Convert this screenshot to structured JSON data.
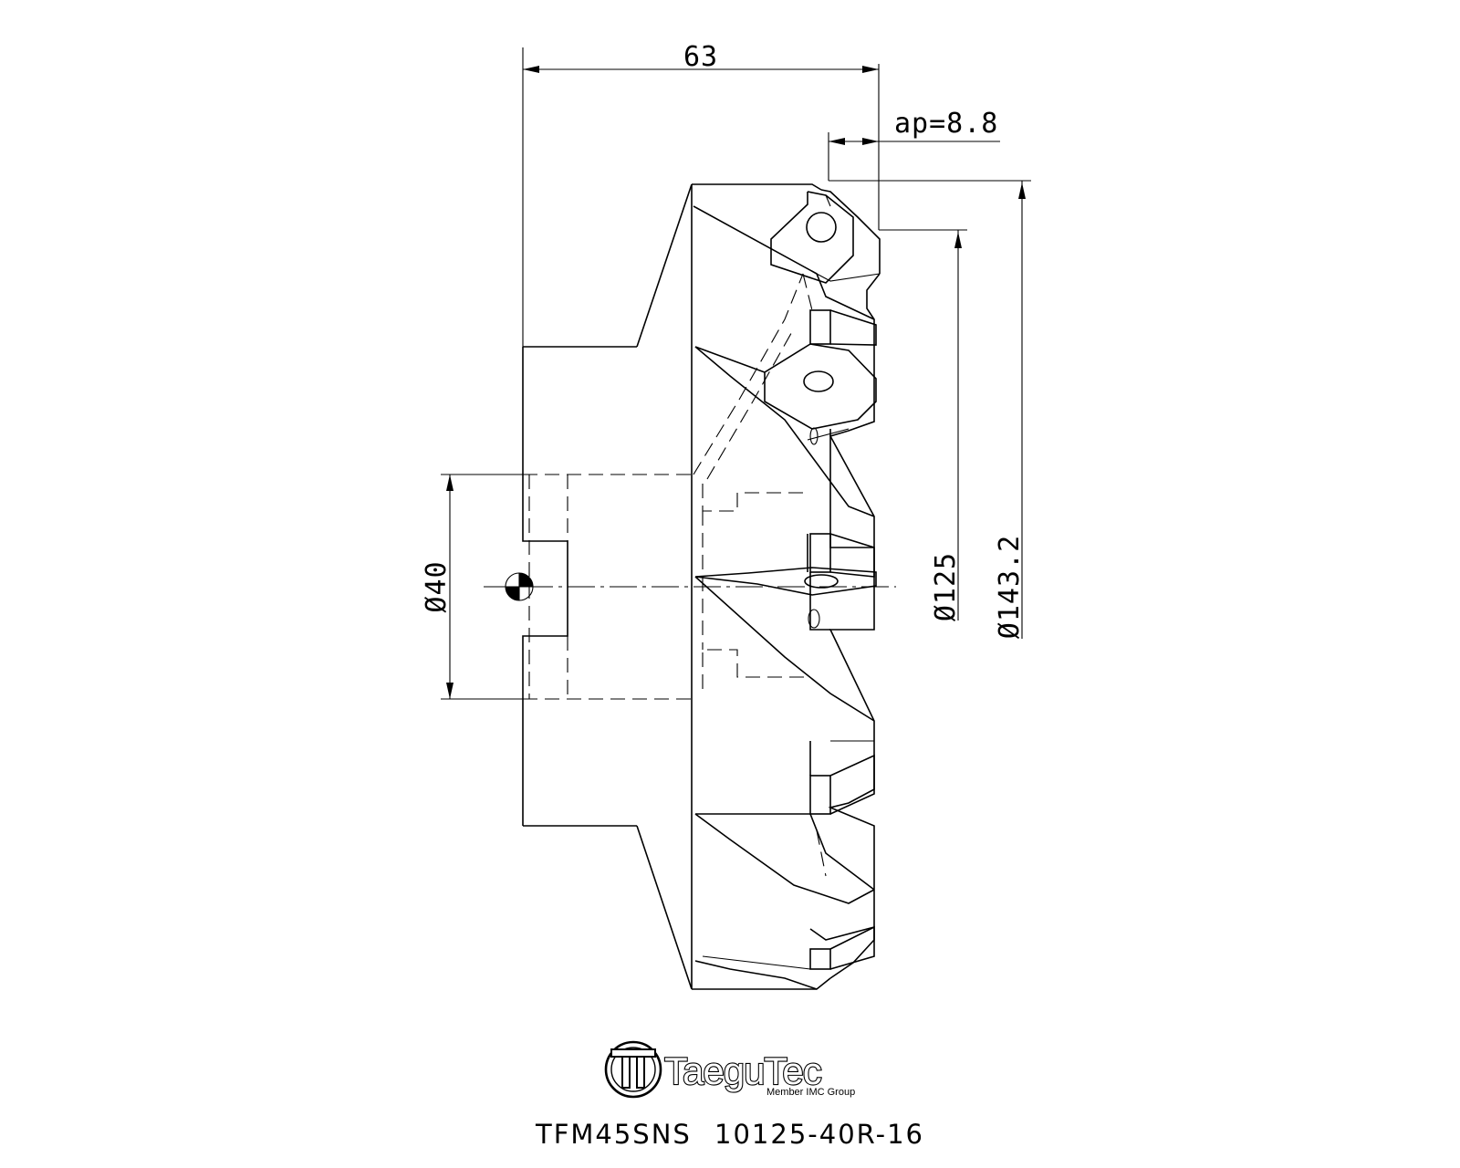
{
  "dimensions": {
    "length": "63",
    "depth_of_cut": "ap=8.8",
    "bore_diameter": "Ø40",
    "cutting_diameter": "Ø125",
    "max_diameter": "Ø143.2"
  },
  "logo": {
    "brand": "TaeguTec",
    "subtitle": "Member IMC Group",
    "mark_icon": "taegutec-logo-icon"
  },
  "model_code": "TFM45SNS 10125-40R-16"
}
